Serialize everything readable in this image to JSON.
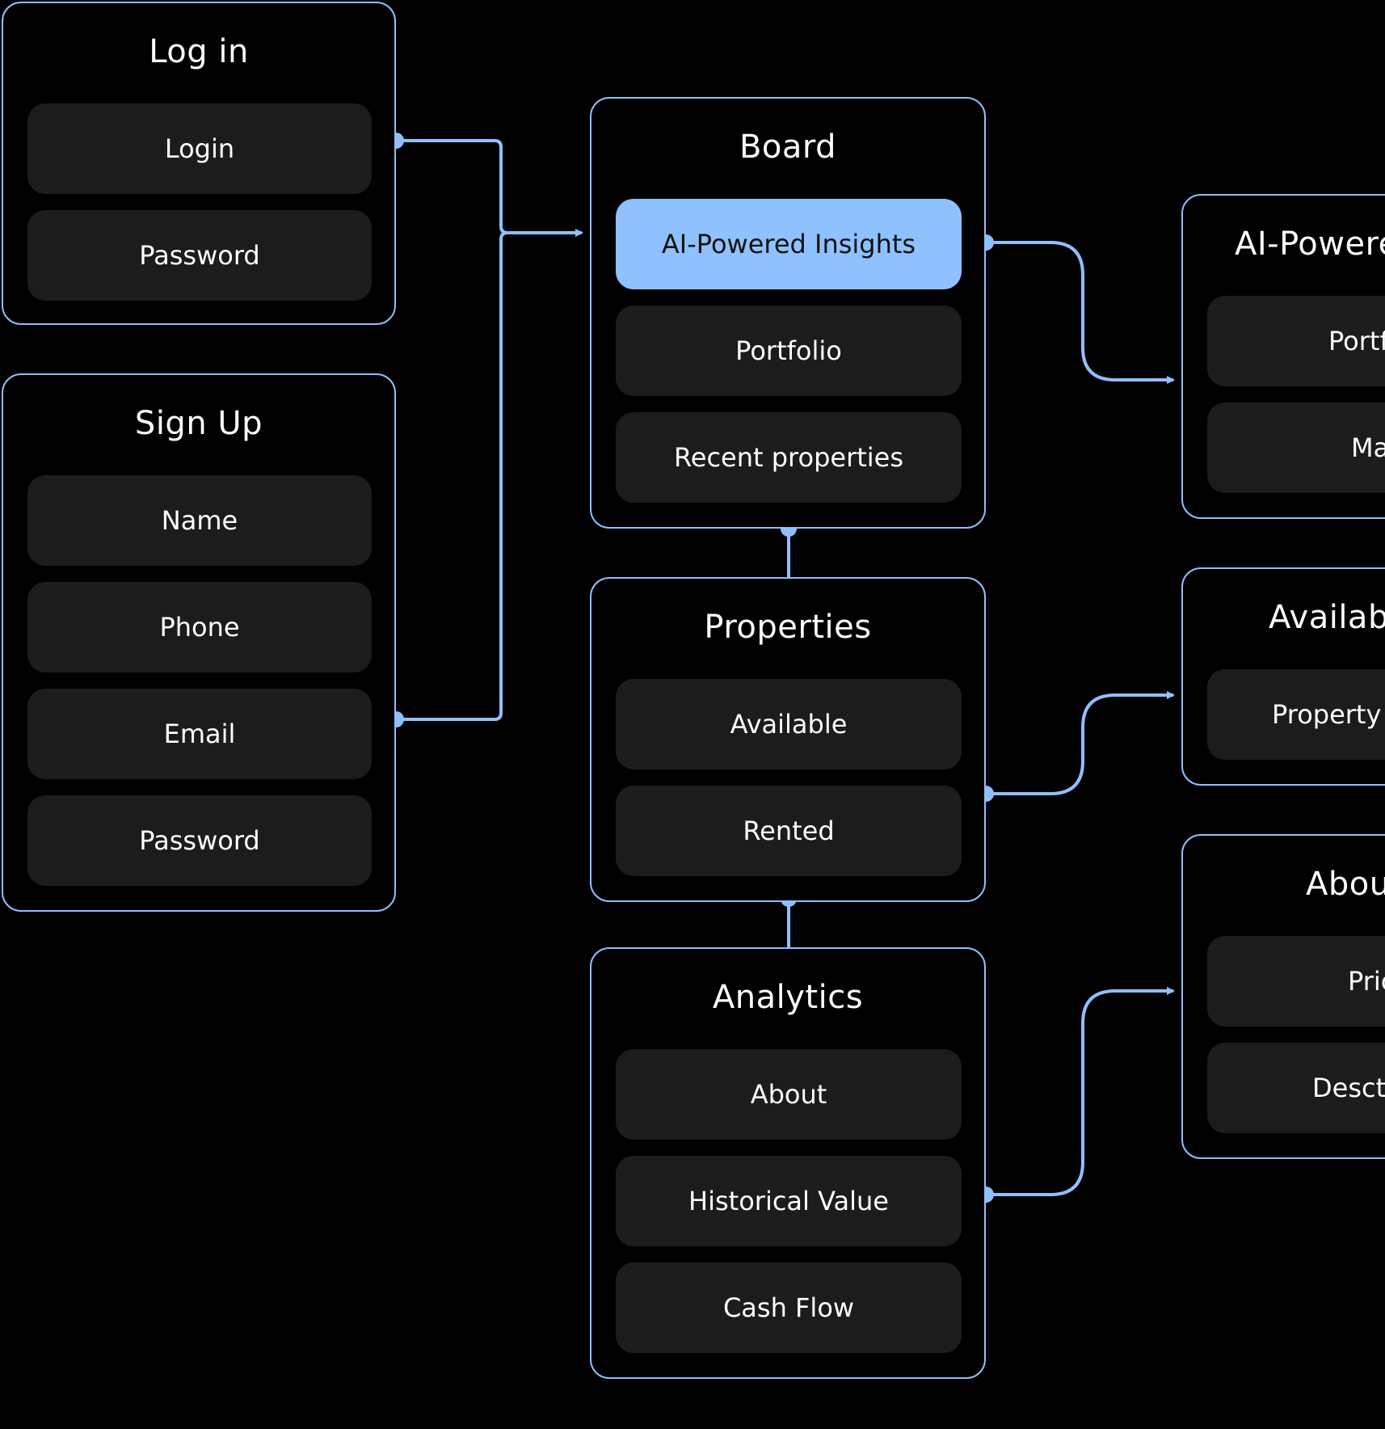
{
  "colors": {
    "background": "#000000",
    "panel_border": "#8fbfff",
    "item_background": "#1c1c1c",
    "item_active_background": "#8fc1ff",
    "connector": "#8fbfff"
  },
  "login": {
    "title": "Log in",
    "items": [
      "Login",
      "Password"
    ]
  },
  "signup": {
    "title": "Sign Up",
    "items": [
      "Name",
      "Phone",
      "Email",
      "Password"
    ]
  },
  "board": {
    "title": "Board",
    "items": [
      "AI-Powered Insights",
      "Portfolio",
      "Recent properties"
    ],
    "active_item": "AI-Powered Insights"
  },
  "properties": {
    "title": "Properties",
    "items": [
      "Available",
      "Rented"
    ]
  },
  "analytics": {
    "title": "Analytics",
    "items": [
      "About",
      "Historical Value",
      "Cash Flow"
    ]
  },
  "ai_insights": {
    "title": "AI-Powered",
    "items": [
      "Portf",
      "Ma"
    ]
  },
  "available": {
    "title": "Available",
    "items": [
      "Property a"
    ]
  },
  "about": {
    "title": "Abou",
    "items": [
      "Pric",
      "Descti"
    ]
  }
}
